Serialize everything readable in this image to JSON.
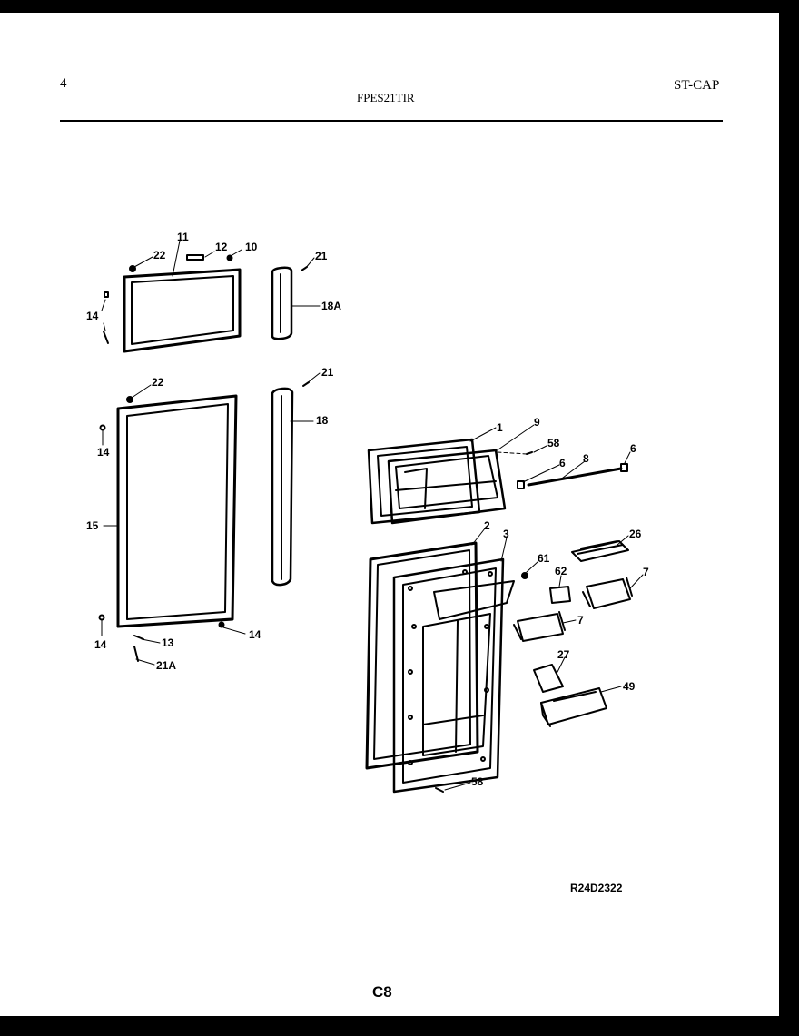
{
  "header": {
    "page_number": "4",
    "model": "FPES21TIR",
    "code": "ST-CAP"
  },
  "diagram": {
    "callouts": {
      "c22a": "22",
      "c11": "11",
      "c12": "12",
      "c10": "10",
      "c21a": "21",
      "c18A": "18A",
      "c14a": "14",
      "c22b": "22",
      "c21b": "21",
      "c18": "18",
      "c14b": "14",
      "c15": "15",
      "c14c": "14",
      "c14d": "14",
      "c13": "13",
      "c21A": "21A",
      "c1": "1",
      "c9": "9",
      "c58a": "58",
      "c6a": "6",
      "c8": "8",
      "c6b": "6",
      "c2": "2",
      "c3": "3",
      "c26": "26",
      "c61": "61",
      "c62": "62",
      "c7a": "7",
      "c7b": "7",
      "c27": "27",
      "c49": "49",
      "c58b": "58"
    },
    "reference": "R24D2322"
  },
  "footer": {
    "page_code": "C8"
  }
}
